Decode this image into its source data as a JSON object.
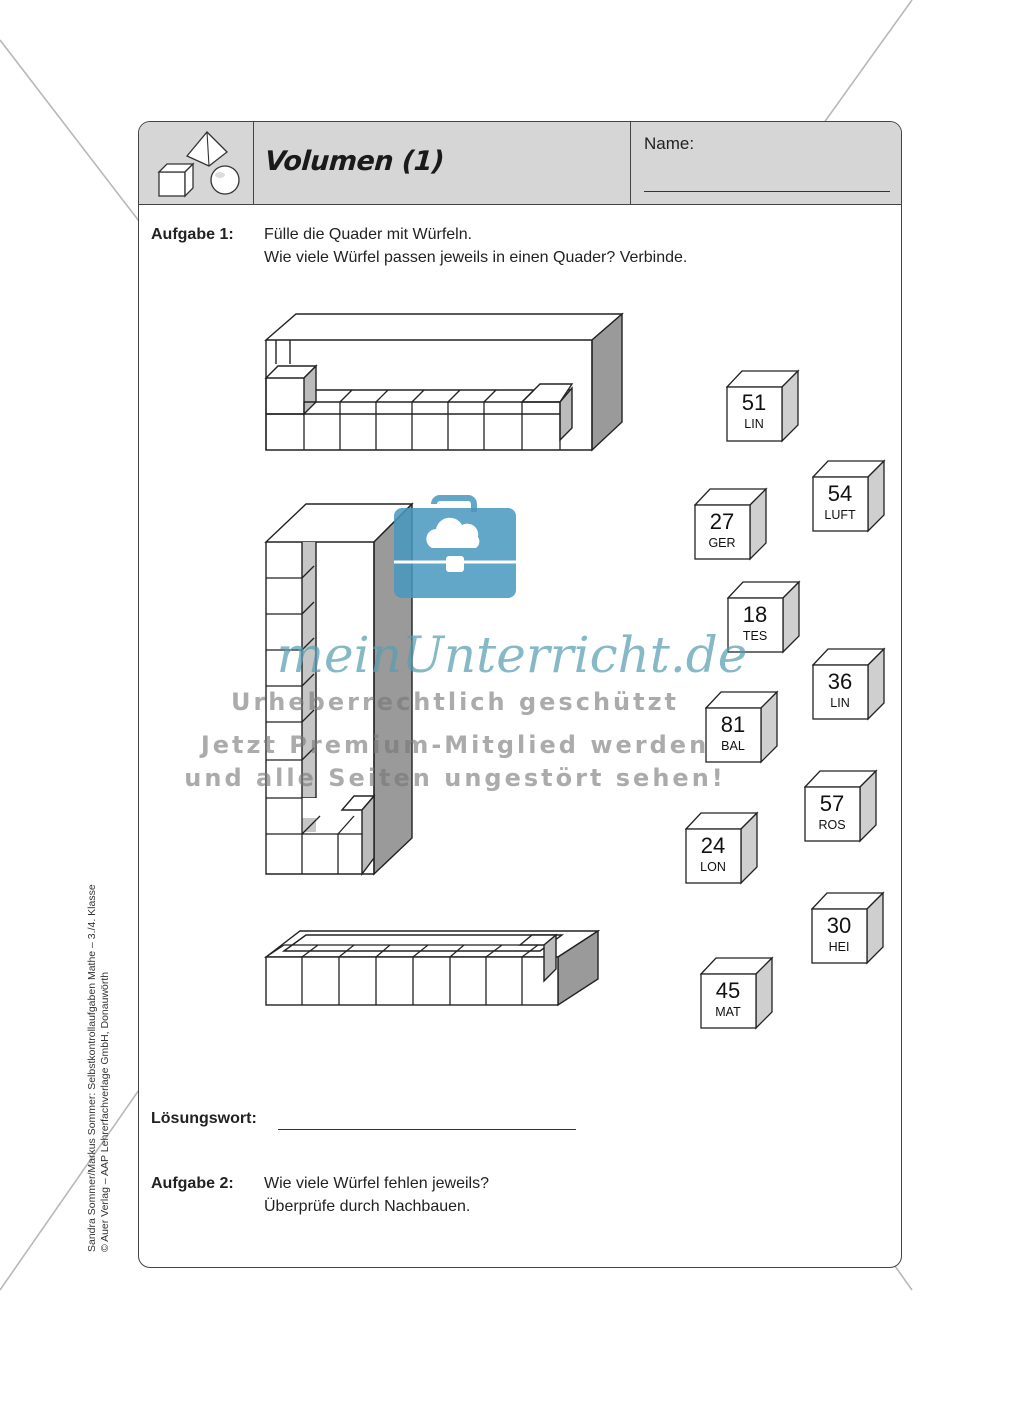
{
  "header": {
    "title": "Volumen (1)",
    "name_label": "Name:"
  },
  "task1": {
    "label": "Aufgabe 1:",
    "line1": "Fülle die Quader mit Würfeln.",
    "line2": "Wie viele Würfel passen jeweils in einen Quader? Verbinde."
  },
  "cubes": [
    {
      "number": "51",
      "word": "LIN"
    },
    {
      "number": "54",
      "word": "LUFT"
    },
    {
      "number": "27",
      "word": "GER"
    },
    {
      "number": "18",
      "word": "TES"
    },
    {
      "number": "36",
      "word": "LIN"
    },
    {
      "number": "81",
      "word": "BAL"
    },
    {
      "number": "57",
      "word": "ROS"
    },
    {
      "number": "24",
      "word": "LON"
    },
    {
      "number": "30",
      "word": "HEI"
    },
    {
      "number": "45",
      "word": "MAT"
    }
  ],
  "solution": {
    "label": "Lösungswort:"
  },
  "task2": {
    "label": "Aufgabe 2:",
    "line1": "Wie viele Würfel fehlen jeweils?",
    "line2": "Überprüfe durch Nachbauen."
  },
  "credit": {
    "line1": "Sandra Sommer/Markus Sommer: Selbstkontrollaufgaben Mathe – 3./4. Klasse",
    "line2": "© Auer Verlag – AAP Lehrerfachverlage GmbH, Donauwörth"
  },
  "watermark": {
    "brand": "meinUnterricht.de",
    "line1": "Urheberrechtlich geschützt",
    "line2": "Jetzt Premium-Mitglied werden",
    "line3": "und alle Seiten ungestört sehen!"
  }
}
